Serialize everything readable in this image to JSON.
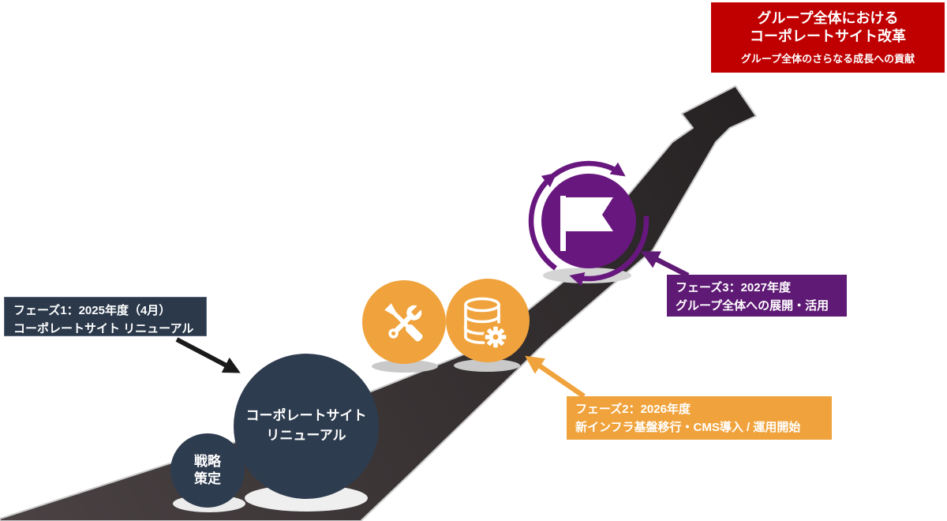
{
  "goal_banner": {
    "title_line1": "グループ全体における",
    "title_line2": "コーポレートサイト改革",
    "subtitle": "グループ全体のさらなる成長への貢献",
    "bg_color": "#C00000"
  },
  "phases": [
    {
      "name": "phase1",
      "line1": "フェーズ1：2025年度（4月）",
      "line2": "コーポレートサイト リニューアル",
      "color": "#2B394B"
    },
    {
      "name": "phase2",
      "line1": "フェーズ2：2026年度",
      "line2": "新インフラ基盤移行・CMS導入 / 運用開始",
      "color": "#F0A33C"
    },
    {
      "name": "phase3",
      "line1": "フェーズ3：2027年度",
      "line2": "グループ全体への展開・活用",
      "color": "#5E1A74"
    }
  ],
  "milestones": {
    "strategy_circle": {
      "line1": "戦略",
      "line2": "策定",
      "color": "#2E3C4F"
    },
    "renewal_circle": {
      "line1": "コーポレートサイト",
      "line2": "リニューアル",
      "color": "#2E3C4F"
    },
    "tools_circle": {
      "icon": "wrench-screwdriver-icon",
      "color": "#F0A33C"
    },
    "database_circle": {
      "icon": "database-gear-icon",
      "color": "#F0A33C"
    },
    "flag_circle": {
      "icon": "flag-icon",
      "secondary_icon": "rotating-arrows-icon",
      "color": "#68177E"
    }
  },
  "road": {
    "shape": "ascending-arrow-road",
    "color_dark": "#262223",
    "color_light": "#4A4243"
  }
}
